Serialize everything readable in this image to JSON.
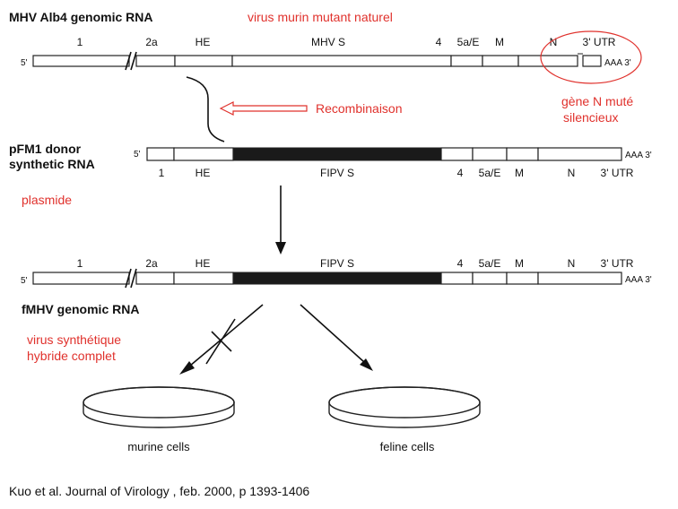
{
  "titles": {
    "mhv_alb4": "MHV Alb4 genomic RNA",
    "pfm1_line1": "pFM1 donor",
    "pfm1_line2": "synthetic RNA",
    "fmhv": "fMHV genomic RNA"
  },
  "annotations": {
    "virus_murin": "virus murin mutant naturel",
    "recombinaison": "Recombinaison",
    "gene_n_line1": "gène N muté",
    "gene_n_line2": "silencieux",
    "plasmide": "plasmide",
    "synthetique_line1": "virus synthétique",
    "synthetique_line2": "hybride complet"
  },
  "genome_labels": {
    "five_prime": "5'",
    "aaa": "AAA 3'",
    "g1": "1",
    "g2a": "2a",
    "he": "HE",
    "mhv_s": "MHV S",
    "fipv_s": "FIPV S",
    "g4": "4",
    "g5a": "5a/E",
    "m": "M",
    "n": "N",
    "utr": "3' UTR"
  },
  "cells": {
    "murine": "murine cells",
    "feline": "feline cells"
  },
  "citation": "Kuo et al.  Journal of Virology , feb. 2000, p 1393-1406",
  "colors": {
    "annotation": "#e0312c",
    "text": "#111111",
    "fipv_block": "#1a1a1a"
  }
}
